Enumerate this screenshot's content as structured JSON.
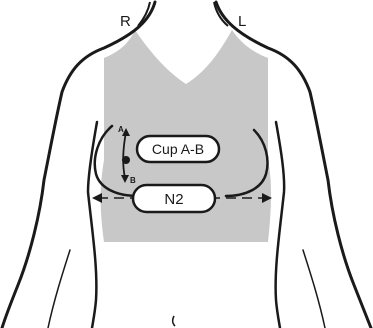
{
  "labels": {
    "right_side": "R",
    "left_side": "L",
    "point_a": "A",
    "point_b": "B",
    "cup_measure": "Cup A-B",
    "underbust_measure": "N2"
  },
  "colors": {
    "garment_fill": "#c8c8c8",
    "outline": "#1a1a1a",
    "pill_fill": "#ffffff"
  }
}
